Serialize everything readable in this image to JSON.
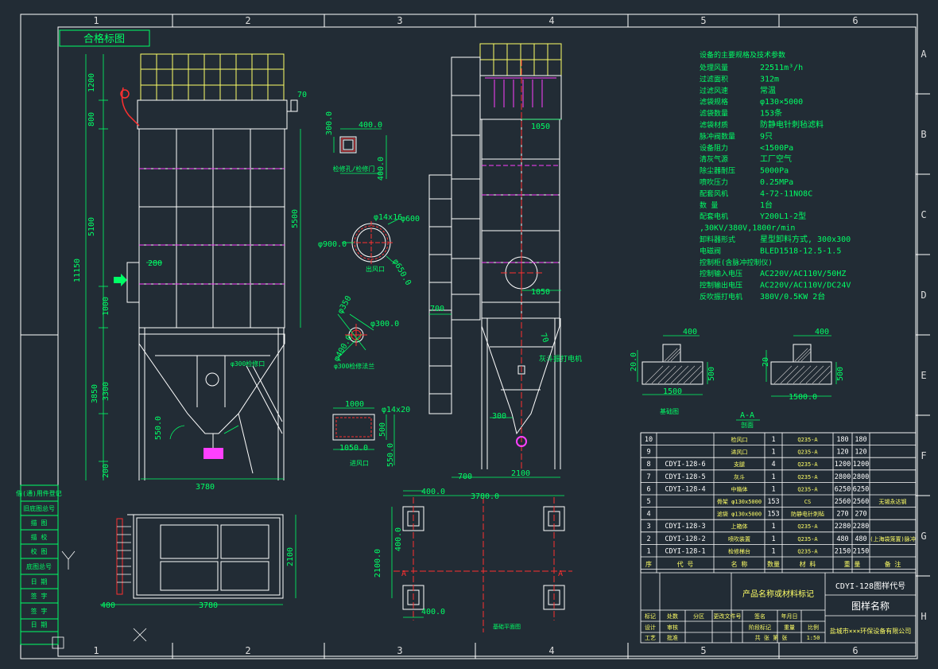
{
  "colors": {
    "background": "#222c35",
    "frame": "#ffffff",
    "outline": "#ffffff",
    "dimension": "#00ff66",
    "text": "#e8e8e8",
    "yellow_grid": "#ffff66",
    "red": "#ff3030",
    "magenta": "#ff40ff",
    "cyan": "#66ffff"
  },
  "grid": {
    "columns": [
      "1",
      "2",
      "3",
      "4",
      "5",
      "6"
    ],
    "rows": [
      "A",
      "B",
      "C",
      "D",
      "E",
      "F",
      "G",
      "H"
    ]
  },
  "title_box": "合格标图",
  "front_view": {
    "dims_left": [
      "1200",
      "800",
      "5100",
      "1000",
      "3300",
      "550.0",
      "200"
    ],
    "dim_overall_left": "11150",
    "dim_lower_left": "3850",
    "dim_right": [
      "5500"
    ],
    "dim_top_right": "70",
    "dim_inlet": "280",
    "dim_bottom": "3780",
    "label_hopper": "φ300检修口"
  },
  "side_view": {
    "dim_top": "1050",
    "dim_mid": "1050",
    "dim_left_ladder": "700",
    "dim_bottom_left": "700",
    "dim_bottom": "2100",
    "dim_outlet": "300",
    "label_hopper": "灰斗振打电机",
    "dim_angle": "70"
  },
  "inspection_port": {
    "dim_w": "400.0",
    "dim_h": "300.0",
    "dim_v": "400.0",
    "caption": "检修孔/检修门"
  },
  "flange_outlet": {
    "dim_bolt": "φ14x16",
    "dim_outer": "φ600",
    "dim_inner": "φ900.0",
    "dim_pcd": "φ650.0",
    "caption": "出风口"
  },
  "flange_small": {
    "dim_a": "φ350",
    "dim_b": "φ300.0",
    "dim_c": "φ400.0",
    "caption": "φ300检修法兰"
  },
  "inlet_port": {
    "dim_w": "1000",
    "dim_bolt": "φ14x20",
    "dim_h": "500",
    "dim_overall_w": "1050.0",
    "dim_overall_h": "550.0",
    "caption": "进风口"
  },
  "specs": {
    "title": "设备的主要规格及技术参数",
    "rows": [
      {
        "label": "处理风量",
        "value": "22511m³/h"
      },
      {
        "label": "过滤面积",
        "value": "312m"
      },
      {
        "label": "过滤风速",
        "value": "常温"
      },
      {
        "label": "滤袋规格",
        "value": "φ130×5000"
      },
      {
        "label": "滤袋数量",
        "value": "153条"
      },
      {
        "label": "滤袋材质",
        "value": "防静电针刺毡滤料"
      },
      {
        "label": "脉冲阀数量",
        "value": "9只"
      },
      {
        "label": "设备阻力",
        "value": "<1500Pa"
      },
      {
        "label": "清灰气源",
        "value": "工厂空气"
      },
      {
        "label": "除尘器耐压",
        "value": "5000Pa"
      },
      {
        "label": "喷吹压力",
        "value": "0.25MPa"
      },
      {
        "label": "配套风机",
        "value": "4-72-11NO8C"
      },
      {
        "label": "数 量",
        "value": "1台"
      },
      {
        "label": "配套电机",
        "value": "Y200L1-2型"
      },
      {
        "label": "",
        "value": ",30KV/380V,1800r/min"
      },
      {
        "label": "卸料器形式",
        "value": "星型卸料方式, 300x300"
      },
      {
        "label": "电磁阀",
        "value": "BLED1518-12.5-1.5"
      },
      {
        "label": "控制柜(含脉冲控制仪)",
        "value": ""
      },
      {
        "label": "控制输入电压",
        "value": "AC220V/AC110V/50HZ"
      },
      {
        "label": "控制输出电压",
        "value": "AC220V/AC110V/DC24V"
      },
      {
        "label": "反吹振打电机",
        "value": "380V/0.5KW 2台"
      }
    ]
  },
  "foundation": {
    "left": {
      "dim_top": "400",
      "dim_left": "20.0",
      "dim_right": "500",
      "dim_bottom": "1500"
    },
    "right": {
      "dim_top": "400",
      "dim_left": "20",
      "dim_right": "500",
      "dim_bottom": "1500.0"
    },
    "caption": "基础图",
    "section_label": "A-A",
    "section_sub": "剖面"
  },
  "plan_view": {
    "dim_bottom_left": "400",
    "dim_bottom": "3780",
    "dim_right": "2100"
  },
  "foundation_plan": {
    "dim_top": "3780.0",
    "dim_top_left": "400.0",
    "dim_left_upper": "400.0",
    "dim_left_lower": "2100.0",
    "dim_bottom_left": "400.0",
    "section_mark": "A",
    "caption": "基础平面图"
  },
  "bom": {
    "rows": [
      {
        "no": "10",
        "code": "",
        "name": "检风口",
        "qty": "1",
        "mat": "Q235-A",
        "w1": "180",
        "w2": "180",
        "note": ""
      },
      {
        "no": "9",
        "code": "",
        "name": "进风口",
        "qty": "1",
        "mat": "Q235-A",
        "w1": "120",
        "w2": "120",
        "note": ""
      },
      {
        "no": "8",
        "code": "CDYI-128-6",
        "name": "支腿",
        "qty": "4",
        "mat": "Q235-A",
        "w1": "1200",
        "w2": "1200",
        "note": ""
      },
      {
        "no": "7",
        "code": "CDYI-128-5",
        "name": "灰斗",
        "qty": "1",
        "mat": "Q235-A",
        "w1": "2800",
        "w2": "2800",
        "note": ""
      },
      {
        "no": "6",
        "code": "CDYI-128-4",
        "name": "中箱体",
        "qty": "1",
        "mat": "Q235-A",
        "w1": "6250",
        "w2": "6250",
        "note": ""
      },
      {
        "no": "5",
        "code": "",
        "name": "骨架 φ130x5000",
        "qty": "153",
        "mat": "CS",
        "w1": "2560",
        "w2": "2560",
        "note": "无锡永达钢"
      },
      {
        "no": "4",
        "code": "",
        "name": "滤袋 φ130x5000",
        "qty": "153",
        "mat": "防静电针刺毡",
        "w1": "270",
        "w2": "270",
        "note": ""
      },
      {
        "no": "3",
        "code": "CDYI-128-3",
        "name": "上箱体",
        "qty": "1",
        "mat": "Q235-A",
        "w1": "2280",
        "w2": "2280",
        "note": ""
      },
      {
        "no": "2",
        "code": "CDYI-128-2",
        "name": "喷吹装置",
        "qty": "1",
        "mat": "Q235-A",
        "w1": "480",
        "w2": "480",
        "note": "(上海袋笼置)脉冲"
      },
      {
        "no": "1",
        "code": "CDYI-128-1",
        "name": "检修梯台",
        "qty": "1",
        "mat": "Q235-A",
        "w1": "2150",
        "w2": "2150",
        "note": ""
      }
    ],
    "header": {
      "no": "序",
      "code": "代 号",
      "name": "名 称",
      "qty": "数量",
      "mat": "材 料",
      "weight": "重 量",
      "note": "备 注"
    },
    "company": "产品名称或材料标记",
    "drawing_no": "CDYI-128图样代号",
    "drawing_name": "图样名称",
    "footer_company": "盐城市×××环保设备有限公司",
    "sub_left": [
      "标记",
      "处数",
      "分区",
      "更改文件号",
      "签名",
      "年月日"
    ],
    "sub_mid": [
      "阶段标记",
      "重量",
      "比例"
    ],
    "scale": "1:50",
    "sheet": "共 张 第 张",
    "roles": [
      "设计",
      "审核",
      "工艺",
      "批准"
    ]
  },
  "left_strip": [
    "借(通)用件登记",
    "旧底图总号",
    "描 图",
    "描 校",
    "校 图",
    "底图总号",
    "日 期",
    "签 字",
    "签 字",
    "日 期"
  ]
}
